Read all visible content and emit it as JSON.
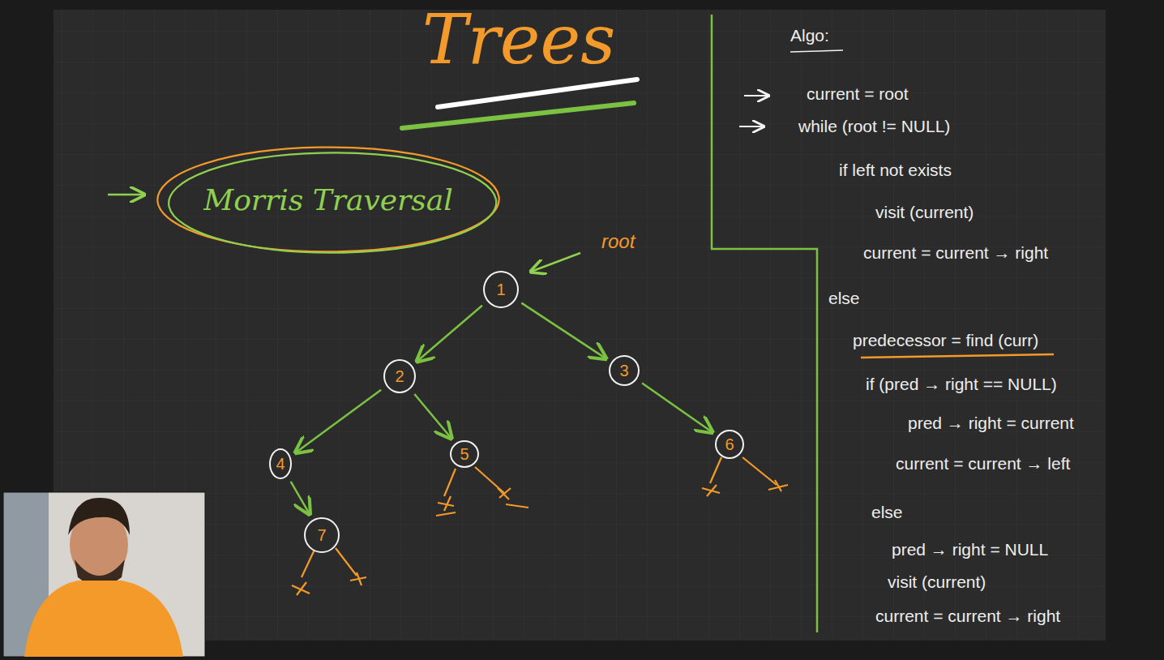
{
  "diagram": {
    "title": "Trees",
    "nodes": [
      {
        "text": [
          "Morris Traversal"
        ]
      },
      {
        "text": [
          "1"
        ]
      },
      {
        "text": [
          "2"
        ]
      },
      {
        "text": [
          "3"
        ]
      },
      {
        "text": [
          "4"
        ]
      },
      {
        "text": [
          "5"
        ]
      },
      {
        "text": [
          "6"
        ]
      },
      {
        "text": [
          "7"
        ]
      }
    ],
    "edges": [
      {
        "from": 1,
        "to": 2,
        "arrow": "to"
      },
      {
        "from": 1,
        "to": 3,
        "arrow": "to"
      },
      {
        "from": 2,
        "to": 4,
        "arrow": "to"
      },
      {
        "from": 2,
        "to": 5,
        "arrow": "to"
      },
      {
        "from": 3,
        "to": 6,
        "arrow": "to"
      },
      {
        "from": 4,
        "to": 7,
        "arrow": "to"
      }
    ],
    "labels": [
      "root",
      "Algo:",
      "current = root",
      "while (root != NULL)",
      "if left not exists",
      "visit (current)",
      "current = current → right",
      "else",
      "predecessor = find (curr)",
      "if (pred → right == NULL)",
      "pred → right = current",
      "current = current → left",
      "else",
      "pred → right = NULL",
      "visit (current)",
      "current = current → right"
    ]
  }
}
